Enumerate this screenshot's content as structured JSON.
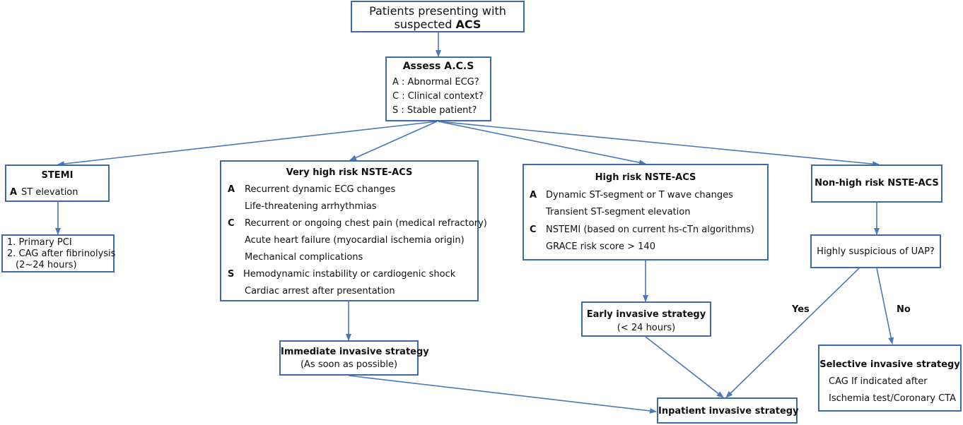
{
  "colors": {
    "box_border": "#3f6aa8",
    "arrow": "#4a78b8"
  },
  "root": {
    "line1": "Patients presenting with",
    "line2_pre": "suspected ",
    "line2_bold": "ACS"
  },
  "assess": {
    "title": "Assess A.C.S",
    "items": [
      "A : Abnormal ECG?",
      "C : Clinical context?",
      "S : Stable patient?"
    ]
  },
  "stemi": {
    "title": "STEMI",
    "a_letter": "A",
    "a_text": "ST elevation",
    "treatment": [
      "1. Primary PCI",
      "2. CAG after fibrinolysis",
      "(2~24 hours)"
    ]
  },
  "very_high": {
    "title": "Very high risk NSTE-ACS",
    "a_letter": "A",
    "a_items": [
      "Recurrent dynamic ECG changes",
      "Life-threatening arrhythmias"
    ],
    "c_letter": "C",
    "c_items": [
      "Recurrent or ongoing chest pain (medical refractory)",
      "Acute heart failure (myocardial ischemia origin)",
      "Mechanical complications"
    ],
    "s_letter": "S",
    "s_items": [
      "Hemodynamic instability or cardiogenic shock",
      "Cardiac arrest after presentation"
    ]
  },
  "immediate": {
    "title": "Immediate invasive strategy",
    "subtitle": "(As soon as possible)"
  },
  "high": {
    "title": "High risk NSTE-ACS",
    "a_letter": "A",
    "a_items": [
      "Dynamic ST-segment or T wave changes",
      "Transient ST-segment elevation"
    ],
    "c_letter": "C",
    "c_items": [
      "NSTEMI (based on current hs-cTn algorithms)",
      "GRACE risk score > 140"
    ]
  },
  "early": {
    "title": "Early invasive strategy",
    "subtitle": "(< 24 hours)"
  },
  "non_high": {
    "title": "Non-high risk NSTE-ACS"
  },
  "uap": {
    "text": "Highly suspicious of UAP?"
  },
  "labels": {
    "yes": "Yes",
    "no": "No"
  },
  "selective": {
    "title": "Selective invasive strategy",
    "items": [
      "CAG If indicated after",
      "Ischemia test/Coronary CTA"
    ]
  },
  "inpatient": {
    "title": "Inpatient invasive strategy"
  }
}
